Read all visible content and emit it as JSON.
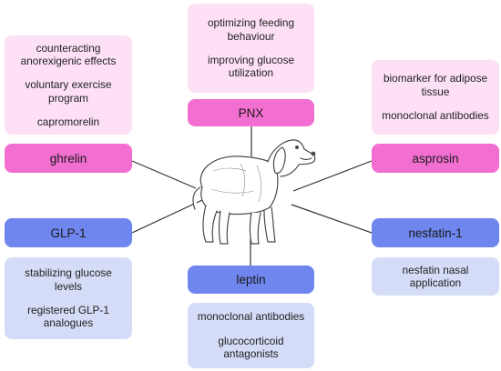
{
  "hormones": {
    "ghrelin": {
      "label": "ghrelin",
      "interventions": [
        "counteracting anorexigenic effects",
        "voluntary exercise program",
        "capromorelin"
      ]
    },
    "pnx": {
      "label": "PNX",
      "interventions": [
        "optimizing feeding behaviour",
        "improving glucose utilization"
      ]
    },
    "asprosin": {
      "label": "asprosin",
      "interventions": [
        "biomarker for adipose tissue",
        "monoclonal antibodies"
      ]
    },
    "glp1": {
      "label": "GLP-1",
      "interventions": [
        "stabilizing glucose levels",
        "registered GLP-1 analogues"
      ]
    },
    "leptin": {
      "label": "leptin",
      "interventions": [
        "monoclonal antibodies",
        "glucocorticoid antagonists"
      ]
    },
    "nesfatin1": {
      "label": "nesfatin-1",
      "interventions": [
        "nesfatin nasal application"
      ]
    }
  },
  "colors": {
    "pink_light": "#fde0f5",
    "pink_strong": "#f26fd1",
    "blue_light": "#d4dcf7",
    "blue_strong": "#6e86ee",
    "line": "#333333"
  },
  "icons": {
    "center": "dog-illustration"
  }
}
